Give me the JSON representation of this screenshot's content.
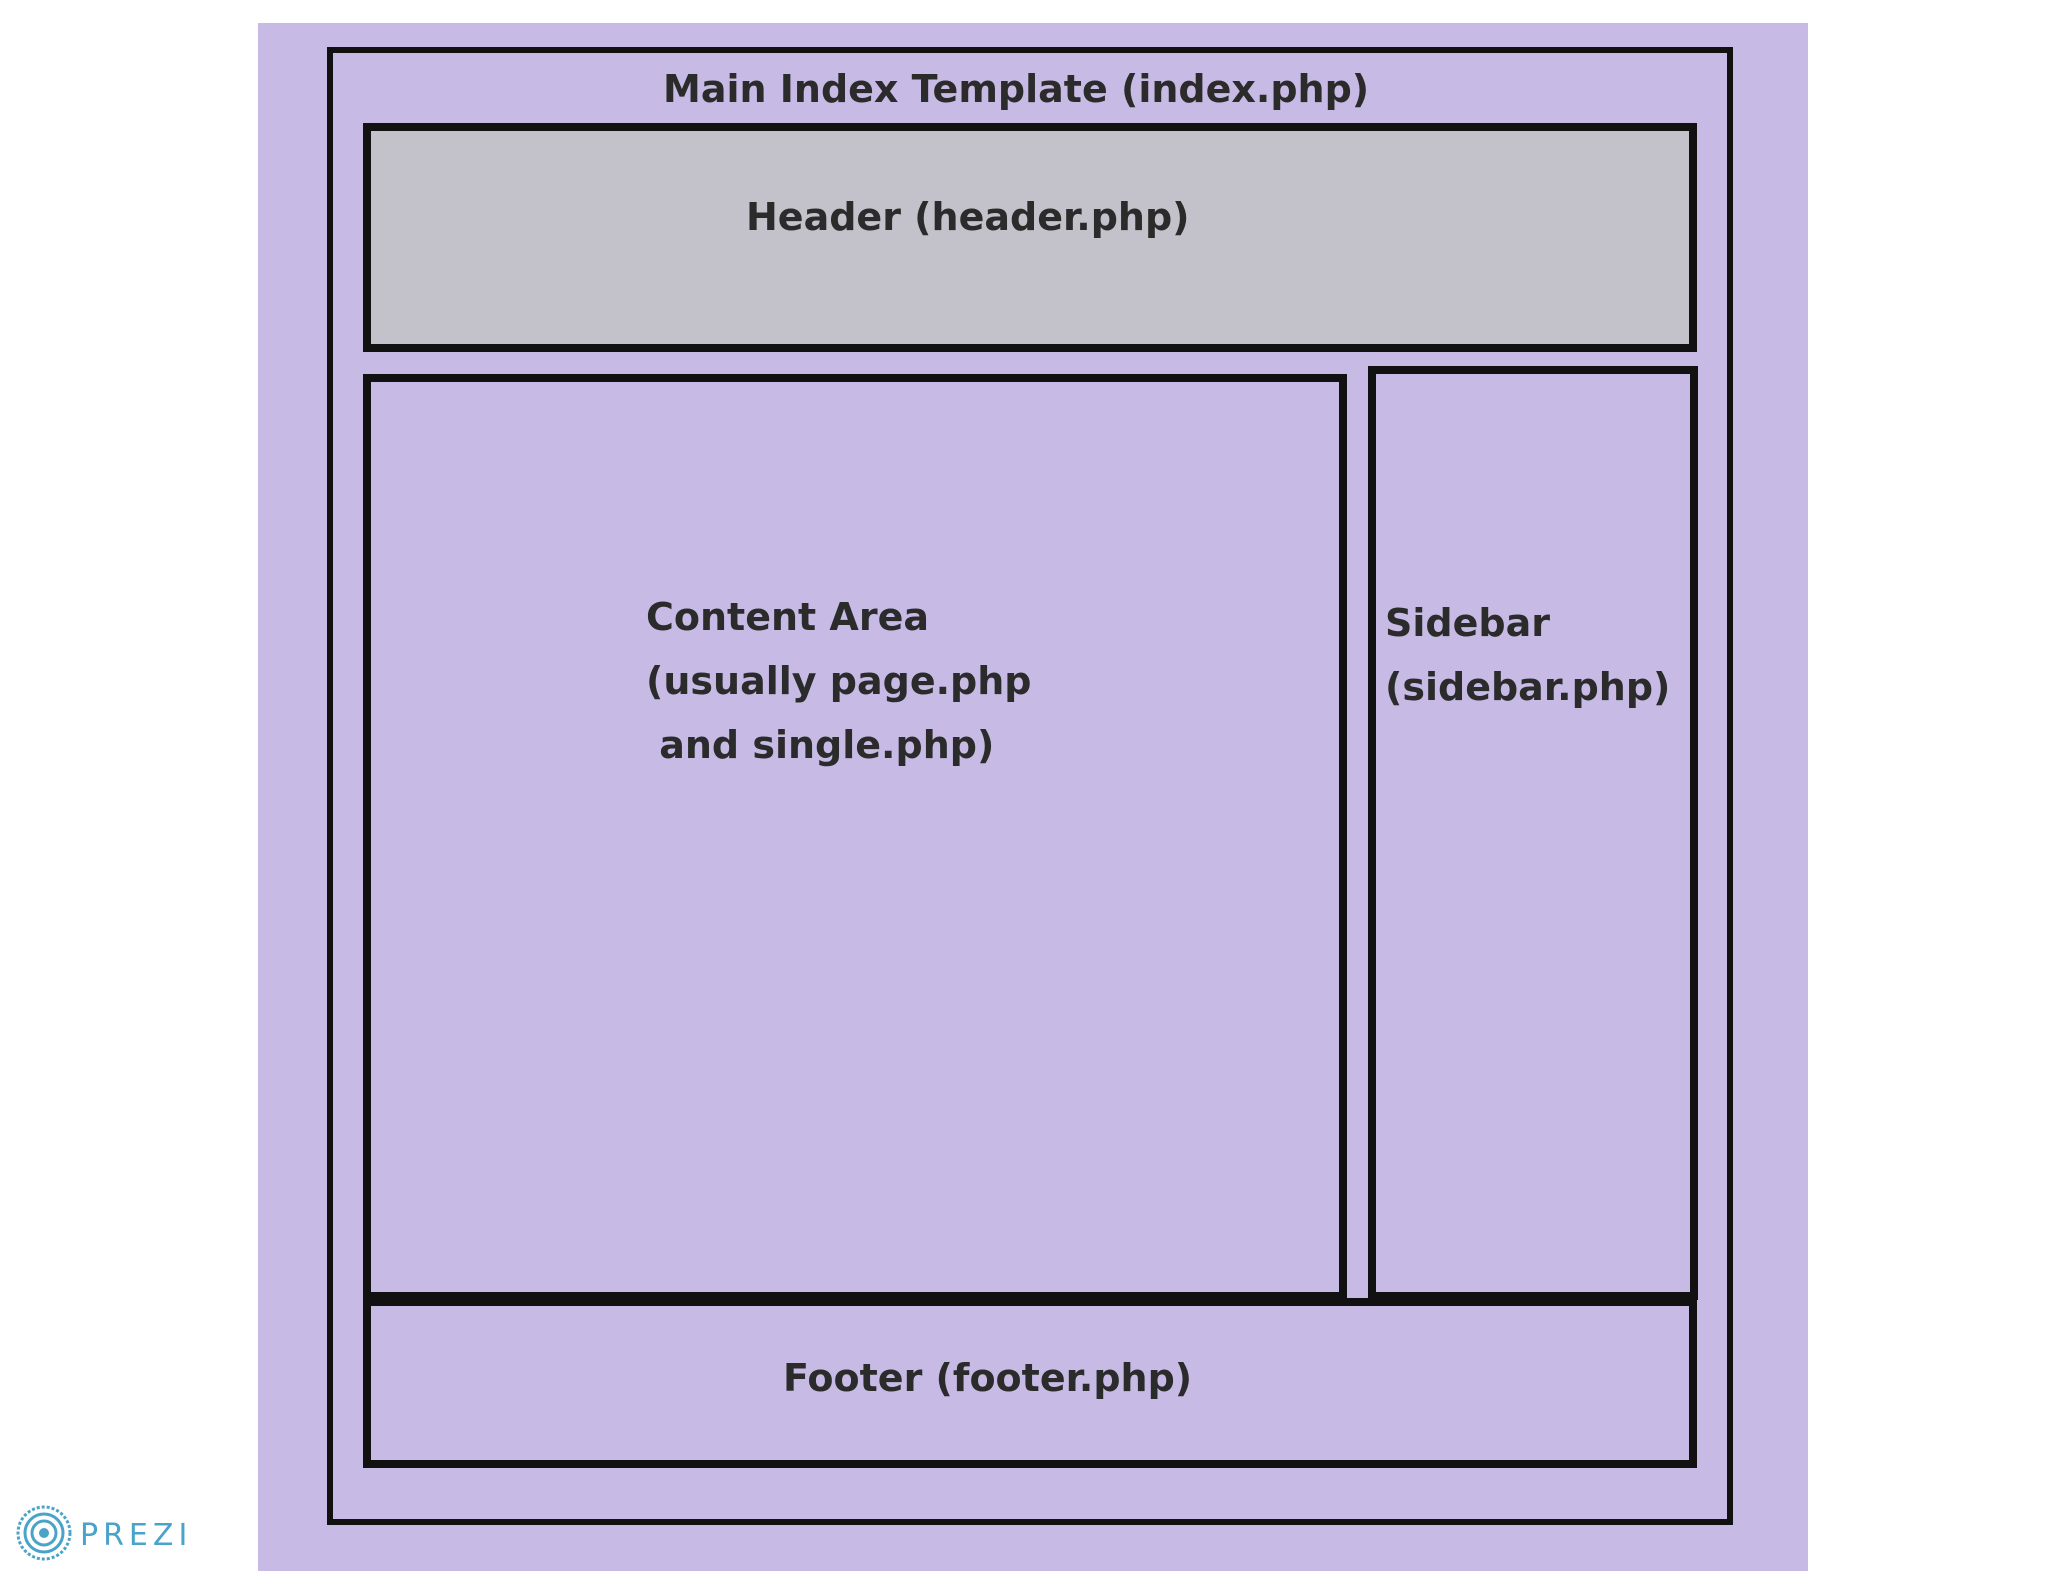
{
  "diagram": {
    "title": "Main Index Template (index.php)",
    "header": "Header (header.php)",
    "content": [
      "Content Area",
      "(usually page.php",
      " and single.php)"
    ],
    "sidebar": [
      "Sidebar",
      "(sidebar.php)"
    ],
    "footer": "Footer (footer.php)"
  },
  "branding": {
    "logo_text": "PREZI",
    "logo_icon": "prezi-logo-icon"
  },
  "colors": {
    "canvas": "#c7bbe6",
    "header_fill": "#c3c1c9",
    "border": "#111111",
    "brand": "#4aa3c8"
  }
}
